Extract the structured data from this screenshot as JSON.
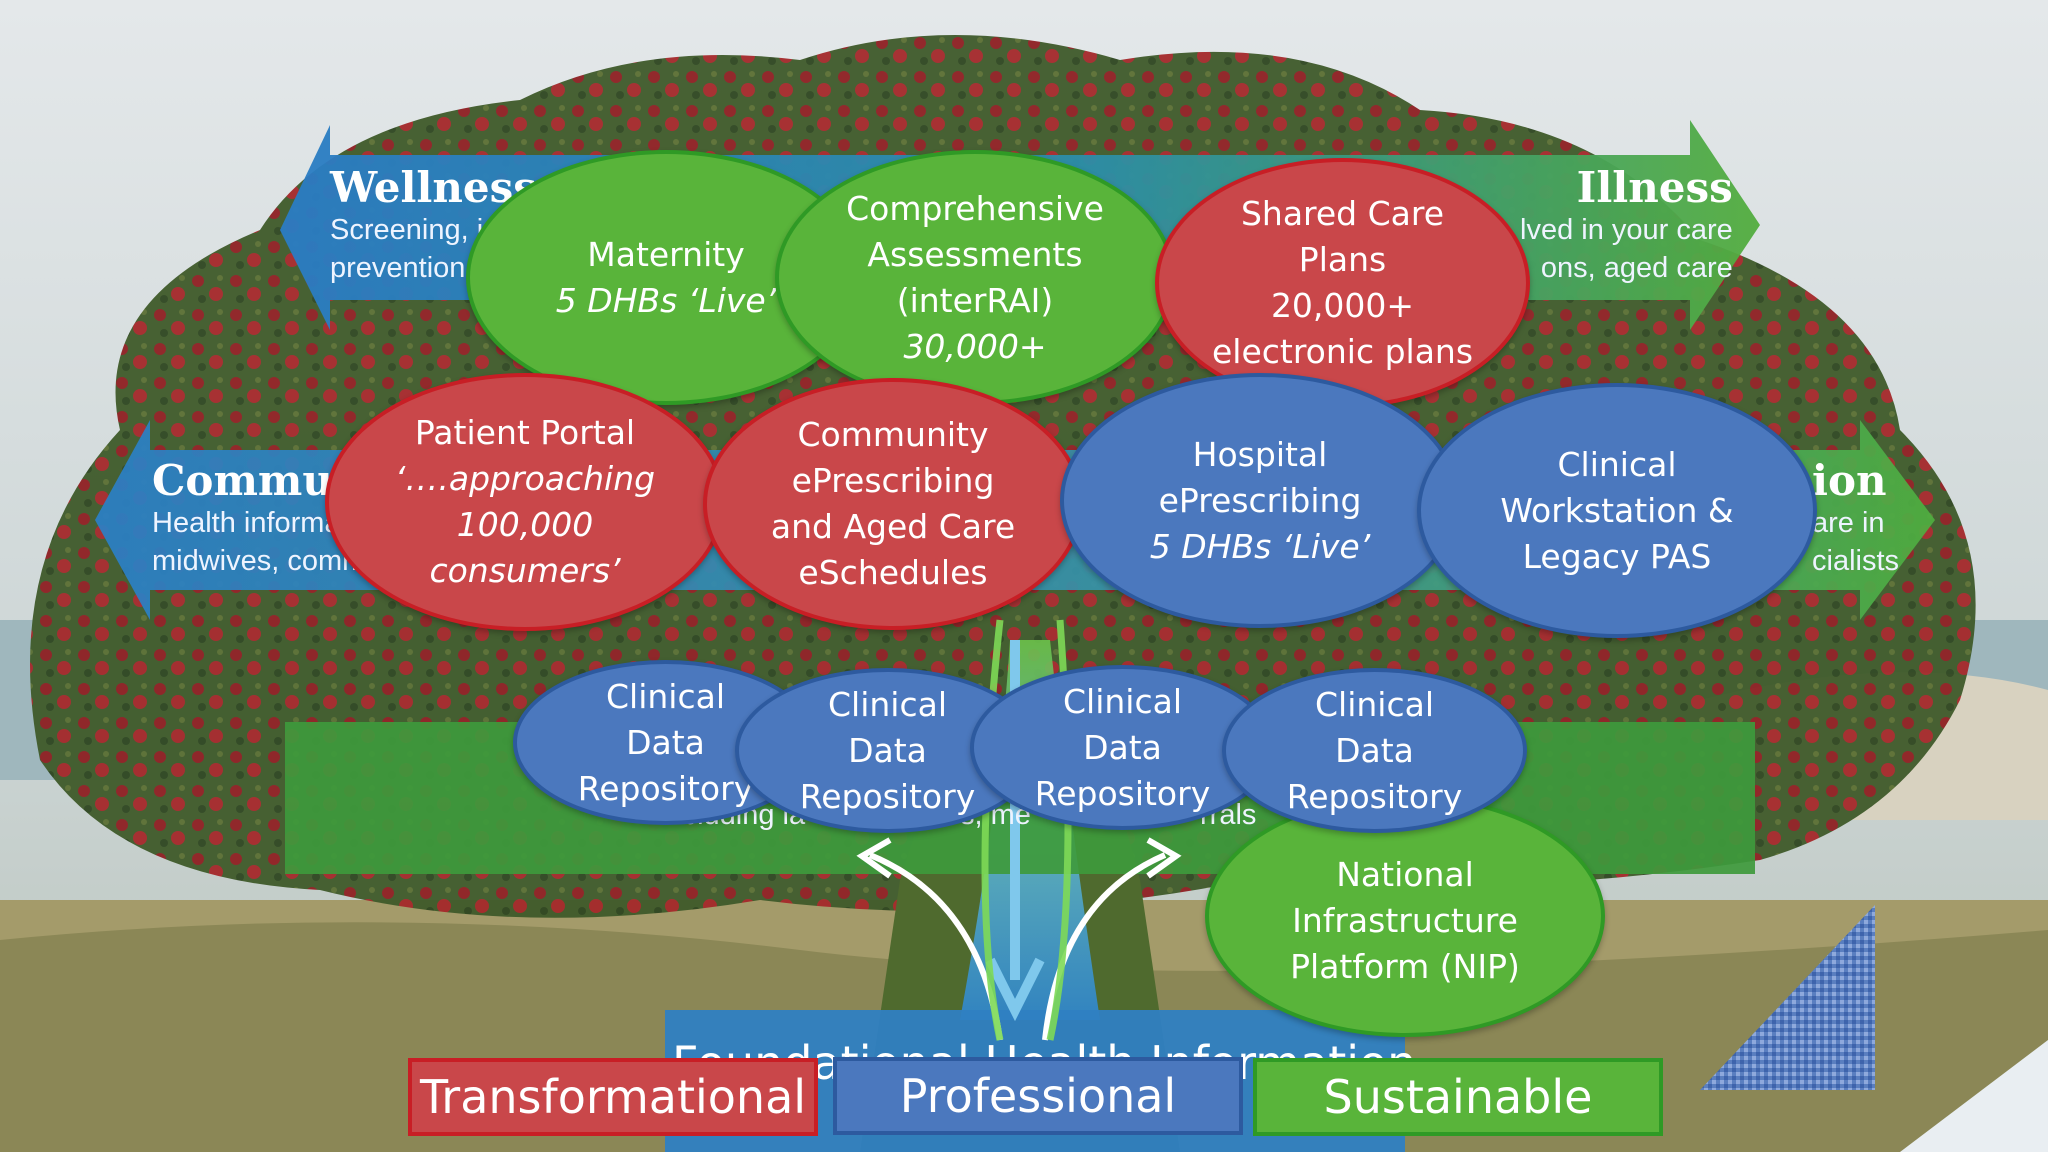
{
  "background": {
    "wellness": {
      "title": "Wellness",
      "line1": "Screening, in",
      "line2": "prevention"
    },
    "illness": {
      "title": "Illness",
      "line1": "lved in your care",
      "line2": "ons, aged care"
    },
    "community": {
      "title": "Commu",
      "line1": "Health informa",
      "line2": "midwives, comm"
    },
    "right_mid": {
      "title": "ion",
      "line1": "are in",
      "line2": "cialists"
    },
    "lower_band_text": "including la",
    "lower_band_text2": "s, me",
    "lower_band_text3": "rrals",
    "foundation_text": "Foundational Health Information"
  },
  "bubbles": {
    "maternity": {
      "line1": "Maternity",
      "line2": "5 DHBs ‘Live’"
    },
    "interrai": {
      "line1": "Comprehensive",
      "line2": "Assessments",
      "line3": "(interRAI)",
      "line4": "30,000+"
    },
    "shared_care": {
      "line1": "Shared Care",
      "line2": "Plans",
      "line3": "20,000+",
      "line4": "electronic plans"
    },
    "patient_portal": {
      "line1": "Patient Portal",
      "line2": "‘….approaching",
      "line3": "100,000",
      "line4": "consumers’"
    },
    "community_eprescribing": {
      "line1": "Community",
      "line2": "ePrescribing",
      "line3": "and Aged Care",
      "line4": "eSchedules"
    },
    "hospital_eprescribing": {
      "line1": "Hospital",
      "line2": "ePrescribing",
      "line3": "5 DHBs ‘Live’"
    },
    "clinical_workstation": {
      "line1": "Clinical",
      "line2": "Workstation &",
      "line3": "Legacy PAS"
    },
    "cdr1": {
      "line1": "Clinical",
      "line2": "Data",
      "line3": "Repository"
    },
    "cdr2": {
      "line1": "Clinical",
      "line2": "Data",
      "line3": "Repository"
    },
    "cdr3": {
      "line1": "Clinical",
      "line2": "Data",
      "line3": "Repository"
    },
    "cdr4": {
      "line1": "Clinical",
      "line2": "Data",
      "line3": "Repository"
    },
    "nip": {
      "line1": "National",
      "line2": "Infrastructure",
      "line3": "Platform (NIP)"
    }
  },
  "legend": {
    "transformational": "Transformational",
    "professional": "Professional",
    "sustainable": "Sustainable"
  },
  "colors": {
    "green": "#59b43a",
    "red": "#c9474a",
    "blue": "#4b78be",
    "banner_blue": "#2f7fc2",
    "banner_green": "#3d9b3a"
  }
}
